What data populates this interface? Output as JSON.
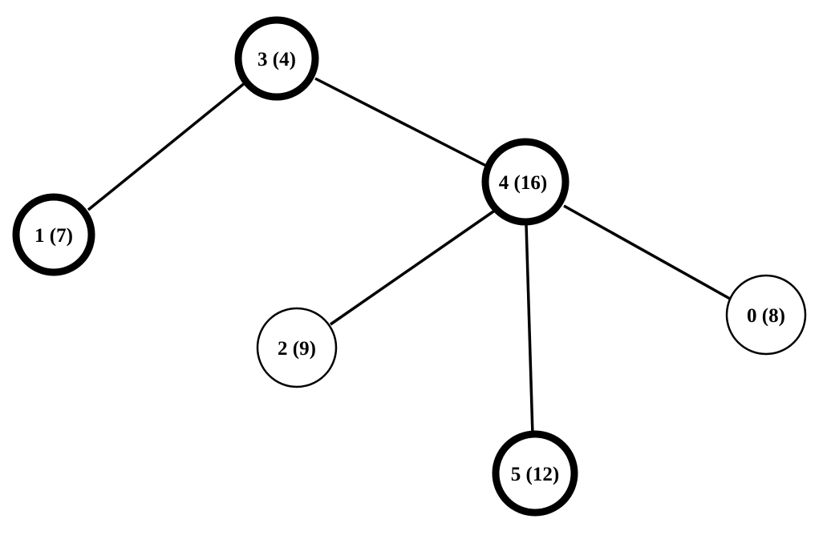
{
  "graph": {
    "nodes": [
      {
        "id": "3",
        "label": "3 (4)",
        "highlighted": true
      },
      {
        "id": "1",
        "label": "1 (7)",
        "highlighted": true
      },
      {
        "id": "4",
        "label": "4 (16)",
        "highlighted": true
      },
      {
        "id": "2",
        "label": "2 (9)",
        "highlighted": false
      },
      {
        "id": "0",
        "label": "0 (8)",
        "highlighted": false
      },
      {
        "id": "5",
        "label": "5 (12)",
        "highlighted": true
      }
    ],
    "edges": [
      {
        "from": "3",
        "to": "1"
      },
      {
        "from": "3",
        "to": "4"
      },
      {
        "from": "4",
        "to": "2"
      },
      {
        "from": "4",
        "to": "5"
      },
      {
        "from": "4",
        "to": "0"
      }
    ],
    "colors": {
      "line": "#000000",
      "fill": "#ffffff",
      "text": "#000000"
    }
  }
}
